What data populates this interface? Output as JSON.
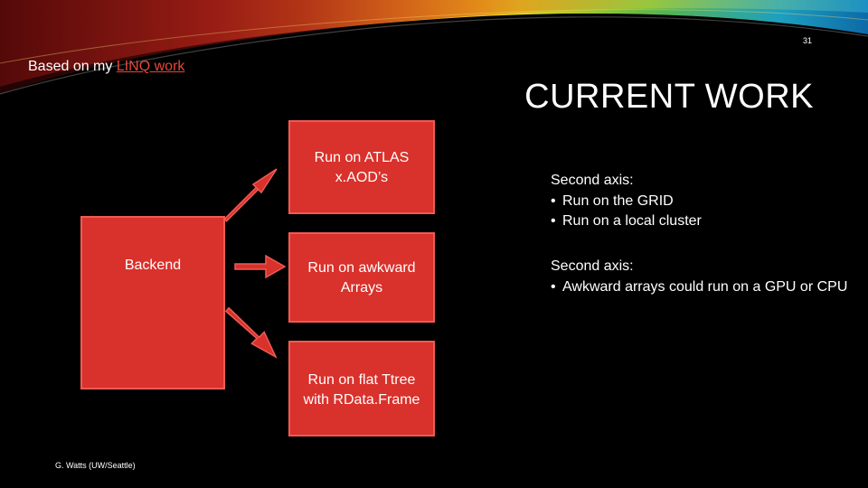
{
  "slide": {
    "number": "31",
    "subtitle_prefix": "Based on my ",
    "subtitle_link": "LINQ work",
    "title": "CURRENT WORK",
    "footer": "G. Watts (UW/Seattle)"
  },
  "diagram": {
    "backend": "Backend",
    "targets": [
      {
        "lines": [
          "Run on ATLAS",
          "x.AOD’s"
        ]
      },
      {
        "lines": [
          "Run on awkward",
          "Arrays"
        ]
      },
      {
        "lines": [
          "Run on flat Ttree",
          "with RData.Frame"
        ]
      }
    ]
  },
  "notes": [
    {
      "heading": "Second axis:",
      "bullets": [
        "Run on the GRID",
        "Run on a local cluster"
      ]
    },
    {
      "heading": "Second axis:",
      "bullets": [
        "Awkward arrays could run on a GPU or CPU"
      ]
    }
  ],
  "colors": {
    "box_fill": "#d9312b",
    "box_border": "#ef5b55",
    "link": "#e8473a",
    "background": "#000000"
  }
}
